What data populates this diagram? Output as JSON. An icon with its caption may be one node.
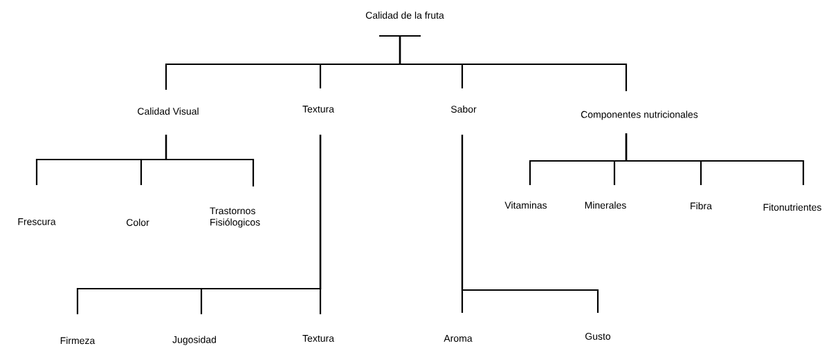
{
  "diagram": {
    "nodes": [
      {
        "text": [
          "Calidad de la fruta"
        ]
      },
      {
        "text": [
          "Calidad Visual"
        ]
      },
      {
        "text": [
          "Textura"
        ]
      },
      {
        "text": [
          "Sabor"
        ]
      },
      {
        "text": [
          "Componentes nutricionales"
        ]
      },
      {
        "text": [
          "Frescura"
        ]
      },
      {
        "text": [
          "Color"
        ]
      },
      {
        "text": [
          "Trastornos Fisiólogicos"
        ]
      },
      {
        "text": [
          "Vitaminas"
        ]
      },
      {
        "text": [
          "Minerales"
        ]
      },
      {
        "text": [
          "Fibra"
        ]
      },
      {
        "text": [
          "Fitonutrientes"
        ]
      },
      {
        "text": [
          "Firmeza"
        ]
      },
      {
        "text": [
          "Jugosidad"
        ]
      },
      {
        "text": [
          "Textura"
        ]
      },
      {
        "text": [
          "Aroma"
        ]
      },
      {
        "text": [
          "Gusto"
        ]
      }
    ],
    "edges": [
      {
        "from": 0,
        "to": 1,
        "arrow": "none"
      },
      {
        "from": 0,
        "to": 2,
        "arrow": "none"
      },
      {
        "from": 0,
        "to": 3,
        "arrow": "none"
      },
      {
        "from": 0,
        "to": 4,
        "arrow": "none"
      },
      {
        "from": 1,
        "to": 5,
        "arrow": "none"
      },
      {
        "from": 1,
        "to": 6,
        "arrow": "none"
      },
      {
        "from": 1,
        "to": 7,
        "arrow": "none"
      },
      {
        "from": 4,
        "to": 8,
        "arrow": "none"
      },
      {
        "from": 4,
        "to": 9,
        "arrow": "none"
      },
      {
        "from": 4,
        "to": 10,
        "arrow": "none"
      },
      {
        "from": 4,
        "to": 11,
        "arrow": "none"
      },
      {
        "from": 2,
        "to": 12,
        "arrow": "none"
      },
      {
        "from": 2,
        "to": 13,
        "arrow": "none"
      },
      {
        "from": 2,
        "to": 14,
        "arrow": "none"
      },
      {
        "from": 3,
        "to": 15,
        "arrow": "none"
      },
      {
        "from": 3,
        "to": 16,
        "arrow": "none"
      }
    ]
  }
}
